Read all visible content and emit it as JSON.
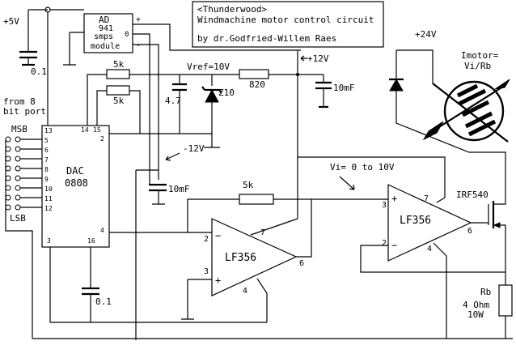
{
  "title_box": {
    "line1": "<Thunderwood>",
    "line2": "Windmachine motor control circuit",
    "line3": "by dr.Godfried-Willem Raes"
  },
  "supply": {
    "plus5": "+5V",
    "plus12": "+12V",
    "minus12": "-12V",
    "plus24": "+24V",
    "vref": "Vref=10V"
  },
  "smps": {
    "line1": "AD",
    "line2": "941",
    "line3": "smps",
    "line4": "module",
    "plus": "+",
    "zero": "0",
    "minus": "-"
  },
  "components": {
    "c_5v": "0.1",
    "r_5k_a": "5k",
    "r_5k_b": "5k",
    "c_4_7": "4.7",
    "zener": "Z10",
    "r_820": "820",
    "c_10mf_top": "10mF",
    "c_10mf_mid": "10mF",
    "r_5k_fb": "5k",
    "c_01_bottom": "0.1",
    "rb_label": "Rb",
    "rb_value": "4 Ohm",
    "rb_power": "10W",
    "mosfet": "IRF540"
  },
  "port": {
    "from1": "from 8",
    "from2": "bit port",
    "msb": "MSB",
    "lsb": "LSB"
  },
  "dac": {
    "label1": "DAC",
    "label2": "0808",
    "pins_left": [
      "13",
      "5",
      "6",
      "7",
      "8",
      "9",
      "10",
      "11",
      "12"
    ],
    "pin14": "14",
    "pin15": "15",
    "pin2": "2",
    "pin4": "4",
    "pin3": "3",
    "pin16": "16"
  },
  "opamp1": {
    "name": "LF356",
    "pin2": "2",
    "pin3": "3",
    "pin4": "4",
    "pin6": "6",
    "pin7": "7",
    "minus": "−",
    "plus": "+"
  },
  "opamp2": {
    "name": "LF356",
    "pin3": "3",
    "pin2": "2",
    "pin4": "4",
    "pin6": "6",
    "pin7": "7",
    "minus": "−",
    "plus": "+"
  },
  "signals": {
    "vi": "Vi= 0 to 10V"
  },
  "motor": {
    "line1": "Imotor=",
    "line2": "Vi/Rb"
  }
}
